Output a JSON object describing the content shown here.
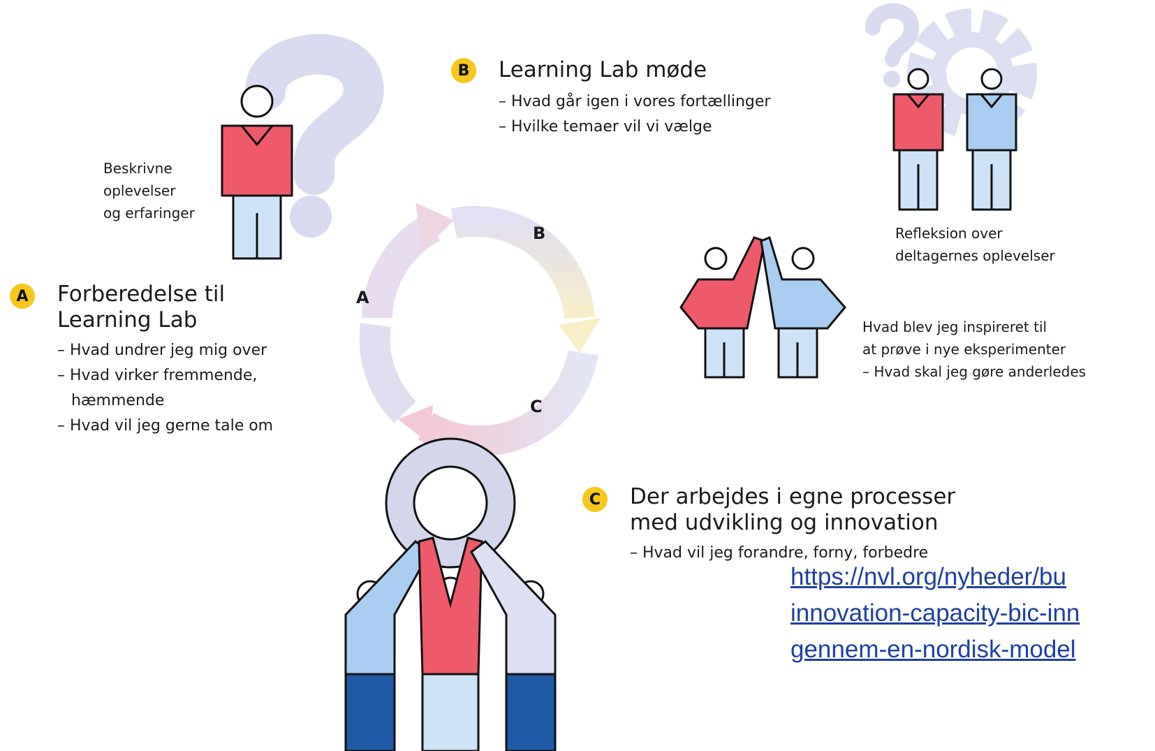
{
  "colors": {
    "accent_yellow": "#f7c71b",
    "red": "#ef5a6a",
    "blue": "#a9cdf0",
    "light_blue": "#cfe3f8",
    "navy": "#1e5aa6",
    "gear": "#d4d7eb",
    "link": "#1f3fa6"
  },
  "section_a": {
    "badge": "A",
    "title_line1": "Forberedelse til",
    "title_line2": "Learning Lab",
    "bullets": [
      "– Hvad undrer jeg mig over",
      "– Hvad virker fremmende,",
      "hæmmende",
      "– Hvad vil jeg gerne tale om"
    ]
  },
  "section_b": {
    "badge": "B",
    "title": "Learning Lab møde",
    "bullets": [
      "– Hvad går igen i vores fortællinger",
      "– Hvilke temaer vil vi vælge"
    ]
  },
  "section_c": {
    "badge": "C",
    "title_line1": "Der arbejdes i egne processer",
    "title_line2": "med udvikling og innovation",
    "bullets": [
      "– Hvad vil jeg forandre, forny, forbedre"
    ]
  },
  "captions": {
    "describe": [
      "Beskrivne",
      "oplevelser",
      "og erfaringer"
    ],
    "reflection": [
      "Refleksion over",
      "deltagernes oplevelser"
    ],
    "inspired": [
      "Hvad blev jeg inspireret til",
      "at prøve i nye eksperimenter",
      "– Hvad skal jeg gøre anderledes"
    ]
  },
  "cycle": {
    "label_a": "A",
    "label_b": "B",
    "label_c": "C"
  },
  "link": {
    "lines": [
      "https://nvl.org/nyheder/bu",
      "innovation-capacity-bic-inn",
      "gennem-en-nordisk-model"
    ]
  },
  "icons": [
    "question-mark-icon",
    "person-icon",
    "gear-icon",
    "cycle-arrow-icon",
    "high-five-icon",
    "team-lift-gear-icon"
  ]
}
